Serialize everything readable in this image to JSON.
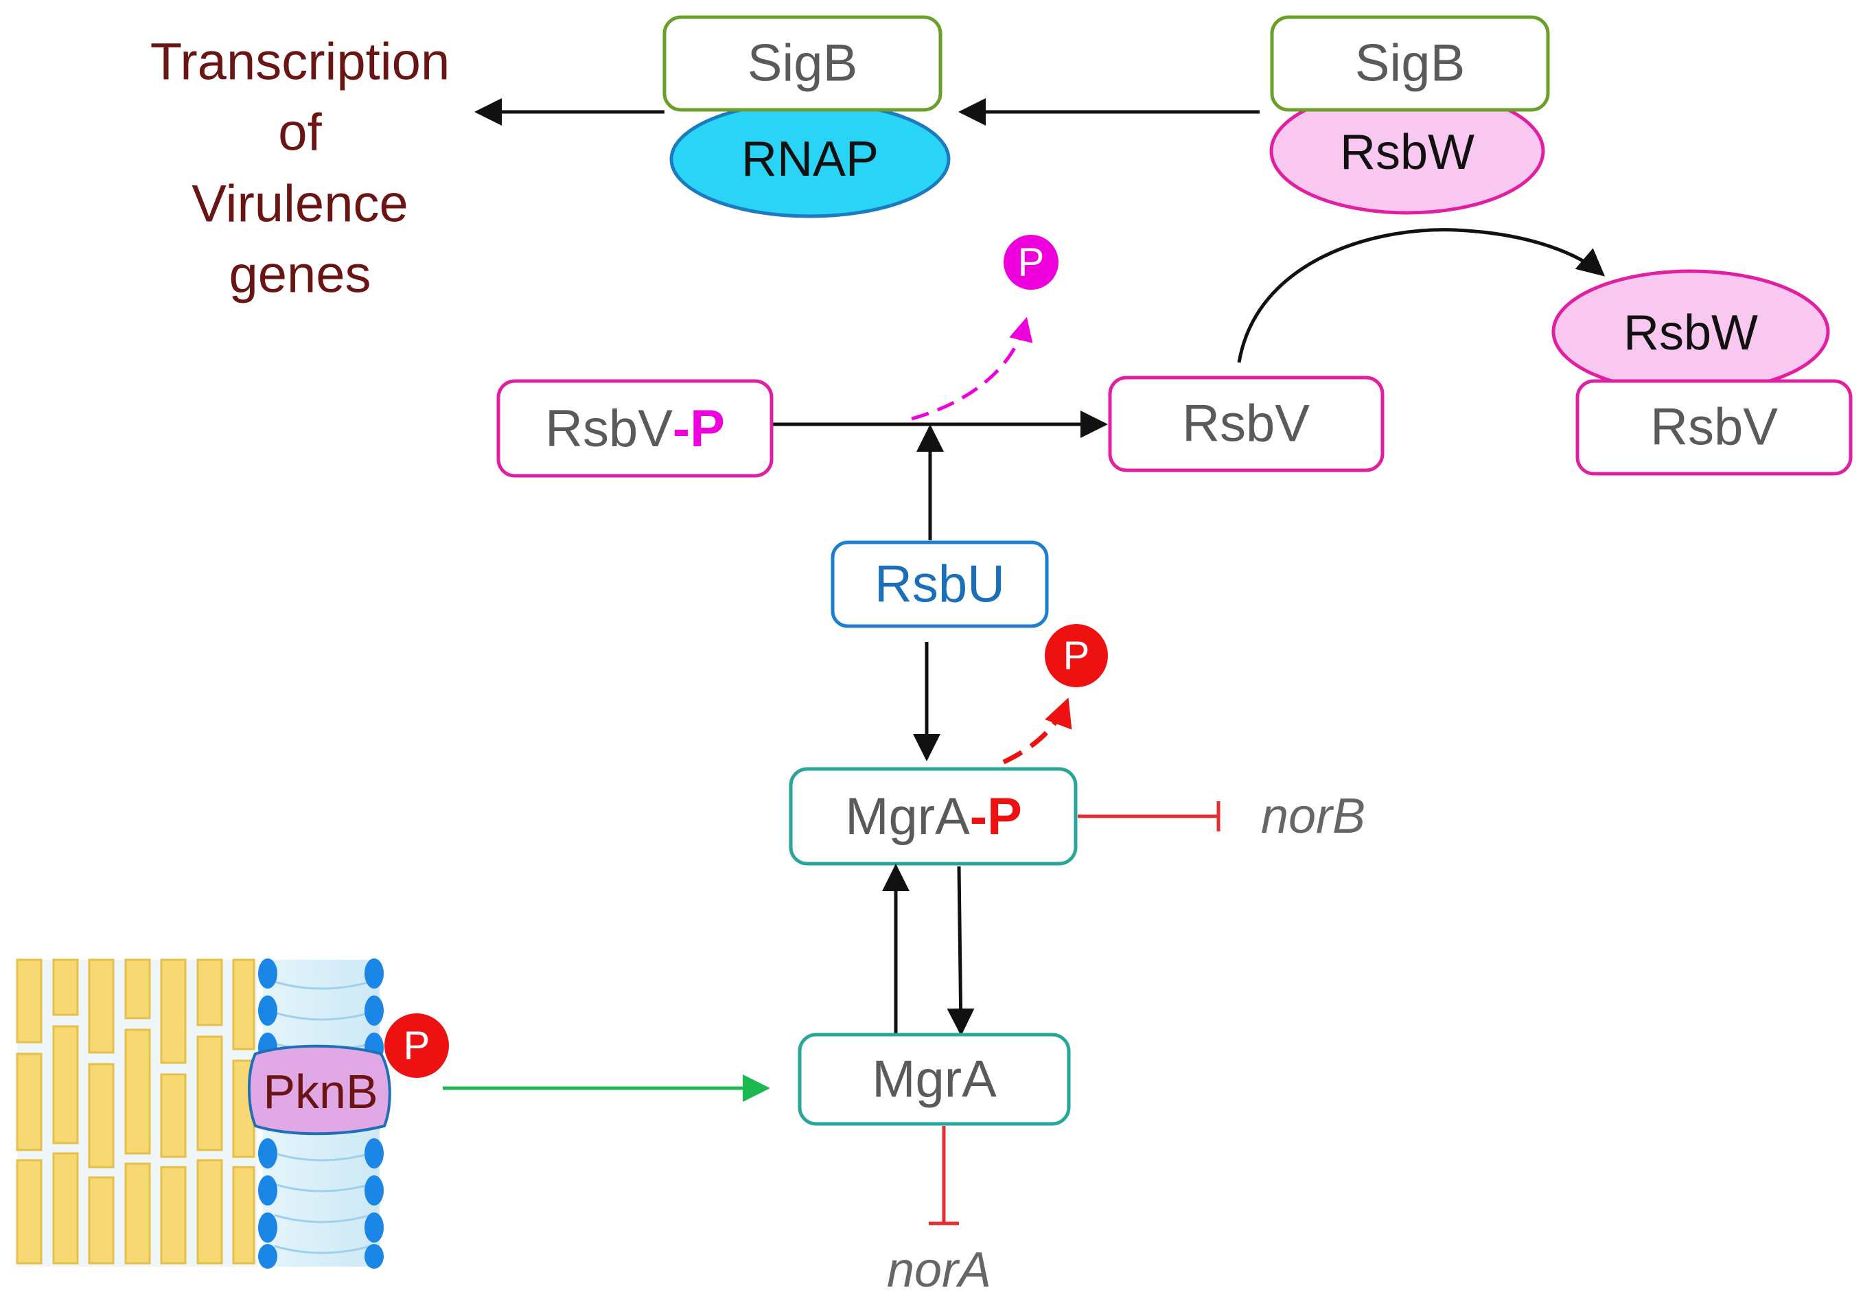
{
  "transcription_text": [
    "Transcription",
    "of",
    "Virulence",
    "genes"
  ],
  "nodes": {
    "sigb_active": "SigB",
    "rnap": "RNAP",
    "sigb_inactive": "SigB",
    "rsbw_bound": "RsbW",
    "rsbw_complex": "RsbW",
    "rsbv_complex": "RsbV",
    "rsbv_p": "RsbV",
    "rsbv": "RsbV",
    "rsbu": "RsbU",
    "mgra_p": "MgrA",
    "mgra": "MgrA",
    "pknb": "PknB",
    "norb": "norB",
    "nora": "norA"
  },
  "phosphate_suffix": "-P",
  "phosphate_symbol": "P",
  "colors": {
    "sigb_border": "#6aa02a",
    "rnap_fill": "#2ad4f6",
    "rnap_border": "#1a7bc0",
    "rsb_pink_border": "#e020a0",
    "rsbw_fill": "#f9c8f0",
    "rsbu_border": "#1f7fcf",
    "rsbu_text": "#1a6fb8",
    "mgra_border": "#2aa59a",
    "phosphate_magenta": "#ee00dd",
    "phosphate_red": "#ee1111",
    "inhibition_red": "#e03030",
    "activation_green": "#1eb850",
    "title_color": "#6b1414",
    "pknb_fill": "#e1a8e6",
    "membrane_blue": "#1a86e6",
    "cellwall_yellow": "#f7d873"
  }
}
